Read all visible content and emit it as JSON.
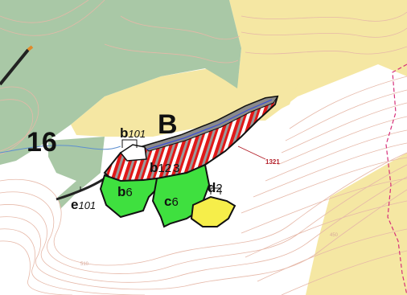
{
  "map": {
    "compartment_number": "16",
    "stand_letter": "B",
    "subcompartments": {
      "b101": {
        "letter": "b",
        "number": "101"
      },
      "b123": {
        "letter": "b",
        "number": "12",
        "number2": "3"
      },
      "e101": {
        "letter": "e",
        "number": "101"
      },
      "b6": {
        "letter": "b",
        "number": "6"
      },
      "c6": {
        "letter": "c",
        "number": "6"
      },
      "d2": {
        "letter": "d",
        "number": "2"
      }
    },
    "reference_number": "1321",
    "contour_labels": [
      "510",
      "450"
    ],
    "colors": {
      "forest_green": "#a9c8a6",
      "meadow_yellow": "#f5e7a3",
      "hatched_red": "#e01818",
      "bright_green": "#3fe03f",
      "highlight_yellow": "#f6ee4a",
      "contour_brown": "#e6b8a8",
      "boundary_magenta": "#d6307a",
      "stream_blue": "#5e8fd0"
    }
  }
}
